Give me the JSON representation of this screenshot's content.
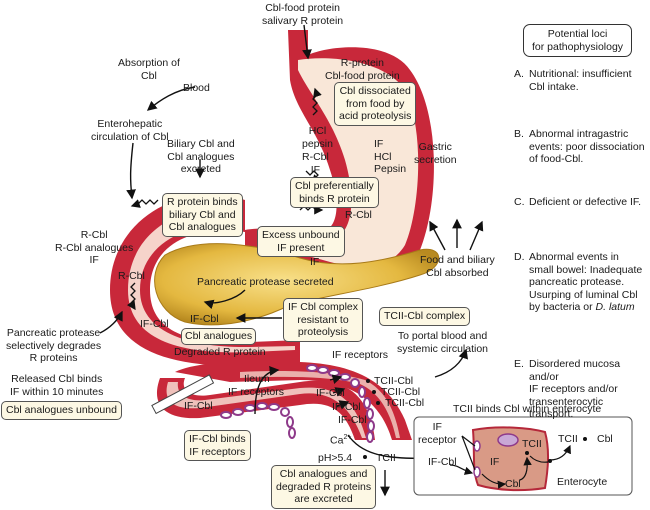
{
  "top": {
    "esophagus_input": [
      "Cbl-food protein",
      "salivary R protein"
    ],
    "absorption": [
      "Absorption of",
      "Cbl"
    ],
    "blood": "Blood",
    "enterohepatic": [
      "Enterohepatic",
      "circulation of Cbl"
    ],
    "biliary": [
      "Biliary Cbl and",
      "Cbl analogues",
      "excreted"
    ]
  },
  "stomach": {
    "r_protein": [
      "R-protein",
      "Cbl-food protein"
    ],
    "dissociated_box": [
      "Cbl dissociated",
      "from food by",
      "acid proteolysis"
    ],
    "hcl_pepsin": [
      "HCl",
      "pepsin"
    ],
    "rcbl_if": [
      "R-Cbl",
      "IF"
    ],
    "secretions": [
      "IF",
      "HCl",
      "Pepsin"
    ],
    "gastric_secretion": [
      "Gastric",
      "secretion"
    ],
    "preferentially_box": [
      "Cbl preferentially",
      "binds R protein"
    ],
    "rcbl_out": "R-Cbl",
    "excess_box": [
      "Excess unbound",
      "IF present"
    ],
    "if_out": "IF"
  },
  "duodenum": {
    "r_binds_box": [
      "R protein binds",
      "biliary Cbl and",
      "Cbl analogues"
    ],
    "left_labels": [
      "R-Cbl",
      "R-Cbl analogues",
      "IF"
    ],
    "rcbl_inner": "R-Cbl",
    "ifcbl_inner": "IF-Cbl",
    "pancreatic_secreted": "Pancreatic protease secreted",
    "ifcbl_center": "IF-Cbl",
    "complex_box": [
      "IF Cbl complex",
      "resistant to",
      "proteolysis"
    ],
    "analogues_box": "Cbl analogues",
    "degraded": "Degraded R protein"
  },
  "left_notes": {
    "pancreatic_protease": [
      "Pancreatic protease",
      "selectively degrades",
      "R proteins"
    ],
    "released": [
      "Released Cbl binds",
      "IF within 10 minutes"
    ],
    "unbound_box": "Cbl analogues unbound"
  },
  "ileum": {
    "ileum_label": [
      "Ileum",
      "IF receptors"
    ],
    "ifcbl": "IF-Cbl",
    "binds_box": [
      "IF-Cbl binds",
      "IF receptors"
    ],
    "if_receptors": "IF receptors",
    "ifcbl_list": [
      "IF-Cbl",
      "IF-Cbl",
      "IF-Cbl"
    ],
    "tcii_list": [
      "TCII-Cbl",
      "TCII-Cbl",
      "TCII-Cbl"
    ],
    "ca": "Ca",
    "ca_sup": "2+",
    "ph": "pH>5.4",
    "tcii": "TCII",
    "excreted_box": [
      "Cbl analogues and",
      "degraded R proteins",
      "are excreted"
    ]
  },
  "circulation": {
    "absorbed": [
      "Food and biliary",
      "Cbl absorbed"
    ],
    "complex_box": "TCII-Cbl complex",
    "portal": [
      "To portal blood and",
      "systemic circulation"
    ]
  },
  "loci": {
    "title_box": [
      "Potential loci",
      "for pathophysiology"
    ],
    "items": [
      {
        "letter": "A.",
        "lines": [
          "Nutritional: insufficient",
          "Cbl intake."
        ]
      },
      {
        "letter": "B.",
        "lines": [
          "Abnormal intragastric",
          "events: poor dissociation",
          "of food-Cbl."
        ]
      },
      {
        "letter": "C.",
        "lines": [
          "Deficient or defective IF."
        ]
      },
      {
        "letter": "D.",
        "lines": [
          "Abnormal events in",
          "small bowel: Inadequate",
          "pancreatic protease.",
          "Usurping of luminal Cbl",
          "by bacteria or"
        ],
        "italic": "D. latum"
      },
      {
        "letter": "E.",
        "lines": [
          "Disordered mucosa and/or",
          "IF receptors and/or",
          "transenterocytic transport."
        ]
      }
    ]
  },
  "enterocyte": {
    "title": "TCII binds Cbl within enterocyte",
    "if_receptor": [
      "IF",
      "receptor"
    ],
    "ifcbl": "IF-Cbl",
    "if": "IF",
    "tcii_inner": "TCII",
    "cbl": "Cbl",
    "tcii_out": "TCII",
    "cbl_out": "Cbl",
    "enterocyte": "Enterocyte"
  },
  "colors": {
    "gut_wall": "#c8283a",
    "gut_inner": "#fbf3e4",
    "pancreas": "#e8c04a",
    "box_fill": "#fdf8e4",
    "receptor": "#8e3a8a",
    "cell_fill": "#d99a86",
    "cell_border": "#b5283a"
  }
}
